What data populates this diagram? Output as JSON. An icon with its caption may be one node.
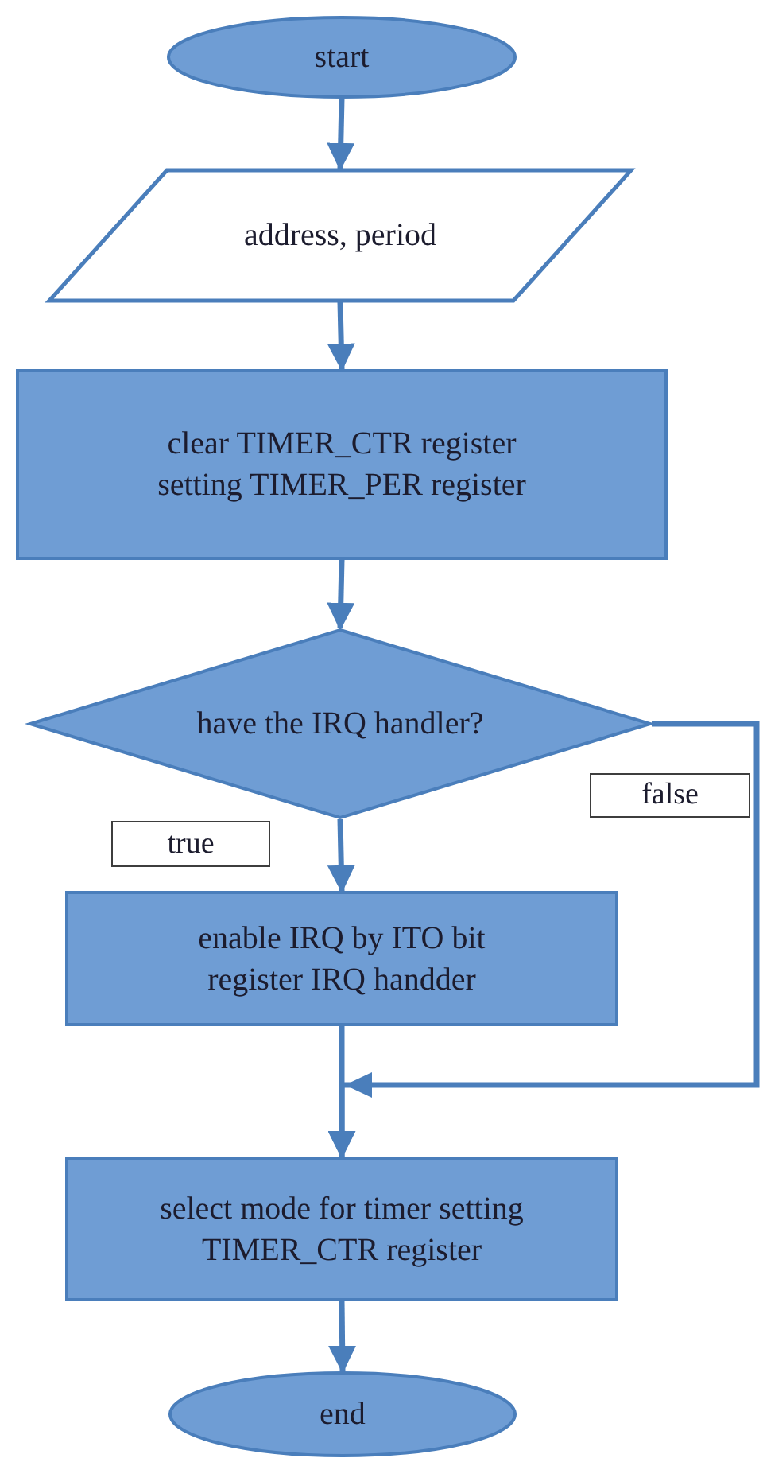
{
  "diagram": {
    "nodes": [
      {
        "text": [
          "start"
        ]
      },
      {
        "text": [
          "address, period"
        ]
      },
      {
        "text": [
          "clear TIMER_CTR register setting TIMER_PER register"
        ]
      },
      {
        "text": [
          "have the IRQ handler?"
        ]
      },
      {
        "text": [
          "enable IRQ by ITO bit register IRQ handder"
        ]
      },
      {
        "text": [
          "select mode for timer setting TIMER_CTR register"
        ]
      },
      {
        "text": [
          "end"
        ]
      }
    ],
    "edges": [
      {
        "from": 0,
        "to": 1,
        "arrow": "to"
      },
      {
        "from": 1,
        "to": 2,
        "arrow": "to"
      },
      {
        "from": 2,
        "to": 3,
        "arrow": "to"
      },
      {
        "from": 3,
        "to": 4,
        "arrow": "to",
        "label": "true"
      },
      {
        "from": 4,
        "to": 5,
        "arrow": "to"
      },
      {
        "from": 3,
        "to": 5,
        "arrow": "to",
        "label": "false"
      },
      {
        "from": 5,
        "to": 6,
        "arrow": "to"
      }
    ]
  }
}
